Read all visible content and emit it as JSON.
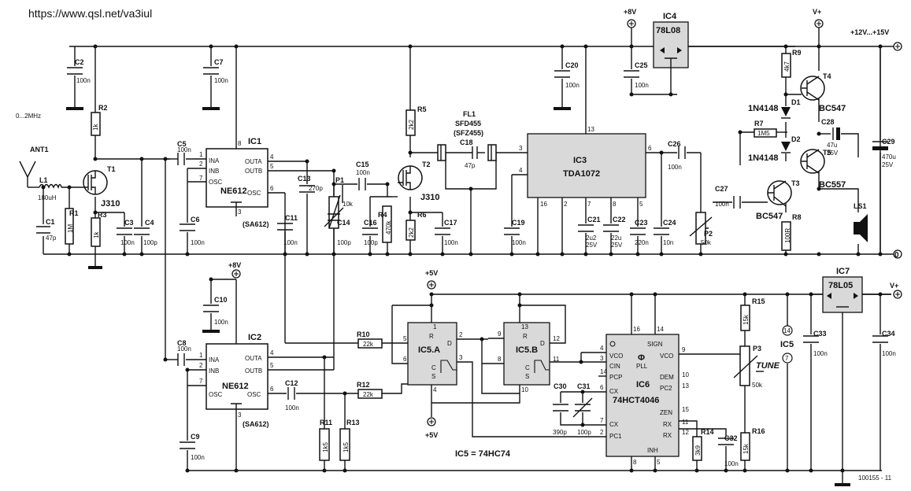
{
  "url": "https://www.qsl.net/va3iul",
  "figure_id": "100155 - 11",
  "ic5_note": "IC5 = 74HC74",
  "rails": {
    "vplus_12_15": "+12V...+15V",
    "ground": "0",
    "vplus": "V+",
    "v8": "+8V",
    "v5": "+5V"
  },
  "antenna": {
    "range": "0...2MHz",
    "ref": "ANT1"
  },
  "ics": {
    "ic1": {
      "ref": "IC1",
      "part": "NE612",
      "alt": "(SA612)",
      "pins": [
        "INA",
        "INB",
        "OSC",
        "OUTA",
        "OUTB",
        "OSC"
      ]
    },
    "ic2": {
      "ref": "IC2",
      "part": "NE612",
      "alt": "(SA612)",
      "pins": [
        "INA",
        "INB",
        "OSC",
        "OUTA",
        "OUTB",
        "OSC"
      ]
    },
    "ic3": {
      "ref": "IC3",
      "part": "TDA1072"
    },
    "ic4": {
      "ref": "IC4",
      "part": "78L08"
    },
    "ic5a": {
      "ref": "IC5.A",
      "pins": [
        "R",
        "D",
        "C",
        "S"
      ]
    },
    "ic5b": {
      "ref": "IC5.B",
      "pins": [
        "R",
        "D",
        "C",
        "S"
      ]
    },
    "ic5": {
      "ref": "IC5",
      "vcc_pin": "14",
      "gnd_pin": "7"
    },
    "ic6": {
      "ref": "IC6",
      "part": "74HCT4046",
      "phi": "Φ",
      "pins": [
        "VCO",
        "CIN",
        "PCP",
        "CX",
        "CX",
        "PC1",
        "SIGN",
        "PLL",
        "VCO",
        "DEM",
        "PC2",
        "ZEN",
        "RX",
        "RX",
        "INH"
      ]
    },
    "ic7": {
      "ref": "IC7",
      "part": "78L05"
    }
  },
  "filter": {
    "ref": "FL1",
    "part": "SFD455",
    "alt": "(SFZ455)"
  },
  "transistors": [
    {
      "ref": "T1",
      "part": "J310"
    },
    {
      "ref": "T2",
      "part": "J310"
    },
    {
      "ref": "T3",
      "part": "BC547"
    },
    {
      "ref": "T4",
      "part": "BC547"
    },
    {
      "ref": "T5",
      "part": "BC557"
    }
  ],
  "diodes": [
    {
      "ref": "D1",
      "part": "1N4148"
    },
    {
      "ref": "D2",
      "part": "1N4148"
    }
  ],
  "inductors": [
    {
      "ref": "L1",
      "value": "180uH"
    }
  ],
  "speaker": {
    "ref": "LS1"
  },
  "tune_label": "TUNE",
  "resistors": [
    {
      "ref": "R1",
      "value": "1M"
    },
    {
      "ref": "R2",
      "value": "1k"
    },
    {
      "ref": "R3",
      "value": "1k"
    },
    {
      "ref": "R4",
      "value": "470k"
    },
    {
      "ref": "R5",
      "value": "2k2"
    },
    {
      "ref": "R6",
      "value": "2k2"
    },
    {
      "ref": "R7",
      "value": "1M5"
    },
    {
      "ref": "R8",
      "value": "100R"
    },
    {
      "ref": "R9",
      "value": "4k7"
    },
    {
      "ref": "R10",
      "value": "22k"
    },
    {
      "ref": "R11",
      "value": "1k5"
    },
    {
      "ref": "R12",
      "value": "22k"
    },
    {
      "ref": "R13",
      "value": "1k5"
    },
    {
      "ref": "R14",
      "value": "3k9"
    },
    {
      "ref": "R15",
      "value": "15k"
    },
    {
      "ref": "R16",
      "value": "15k"
    }
  ],
  "pots": [
    {
      "ref": "P1",
      "value": "10k"
    },
    {
      "ref": "P2",
      "value": "50k"
    },
    {
      "ref": "P3",
      "value": "50k"
    }
  ],
  "capacitors": [
    {
      "ref": "C1",
      "value": "47p"
    },
    {
      "ref": "C2",
      "value": "100n"
    },
    {
      "ref": "C3",
      "value": "100n"
    },
    {
      "ref": "C4",
      "value": "100p"
    },
    {
      "ref": "C5",
      "value": "100n"
    },
    {
      "ref": "C6",
      "value": "100n"
    },
    {
      "ref": "C7",
      "value": "100n"
    },
    {
      "ref": "C8",
      "value": "100n"
    },
    {
      "ref": "C9",
      "value": "100n"
    },
    {
      "ref": "C10",
      "value": "100n"
    },
    {
      "ref": "C11",
      "value": "100n"
    },
    {
      "ref": "C12",
      "value": "100n"
    },
    {
      "ref": "C13",
      "value": "270p"
    },
    {
      "ref": "C14",
      "value": "100p"
    },
    {
      "ref": "C15",
      "value": "100n"
    },
    {
      "ref": "C16",
      "value": "100p"
    },
    {
      "ref": "C17",
      "value": "100n"
    },
    {
      "ref": "C18",
      "value": "47p"
    },
    {
      "ref": "C19",
      "value": "100n"
    },
    {
      "ref": "C20",
      "value": "100n"
    },
    {
      "ref": "C21",
      "value": "2u2",
      "rating": "25V"
    },
    {
      "ref": "C22",
      "value": "22u",
      "rating": "25V"
    },
    {
      "ref": "C23",
      "value": "220n"
    },
    {
      "ref": "C24",
      "value": "10n"
    },
    {
      "ref": "C25",
      "value": "100n"
    },
    {
      "ref": "C26",
      "value": "100n"
    },
    {
      "ref": "C27",
      "value": "100n"
    },
    {
      "ref": "C28",
      "value": "47u",
      "rating": "25V"
    },
    {
      "ref": "C29",
      "value": "470u",
      "rating": "25V"
    },
    {
      "ref": "C30",
      "value": "390p"
    },
    {
      "ref": "C31",
      "value": "100p"
    },
    {
      "ref": "C32",
      "value": "100n"
    },
    {
      "ref": "C33",
      "value": "100n"
    },
    {
      "ref": "C34",
      "value": "100n"
    }
  ]
}
